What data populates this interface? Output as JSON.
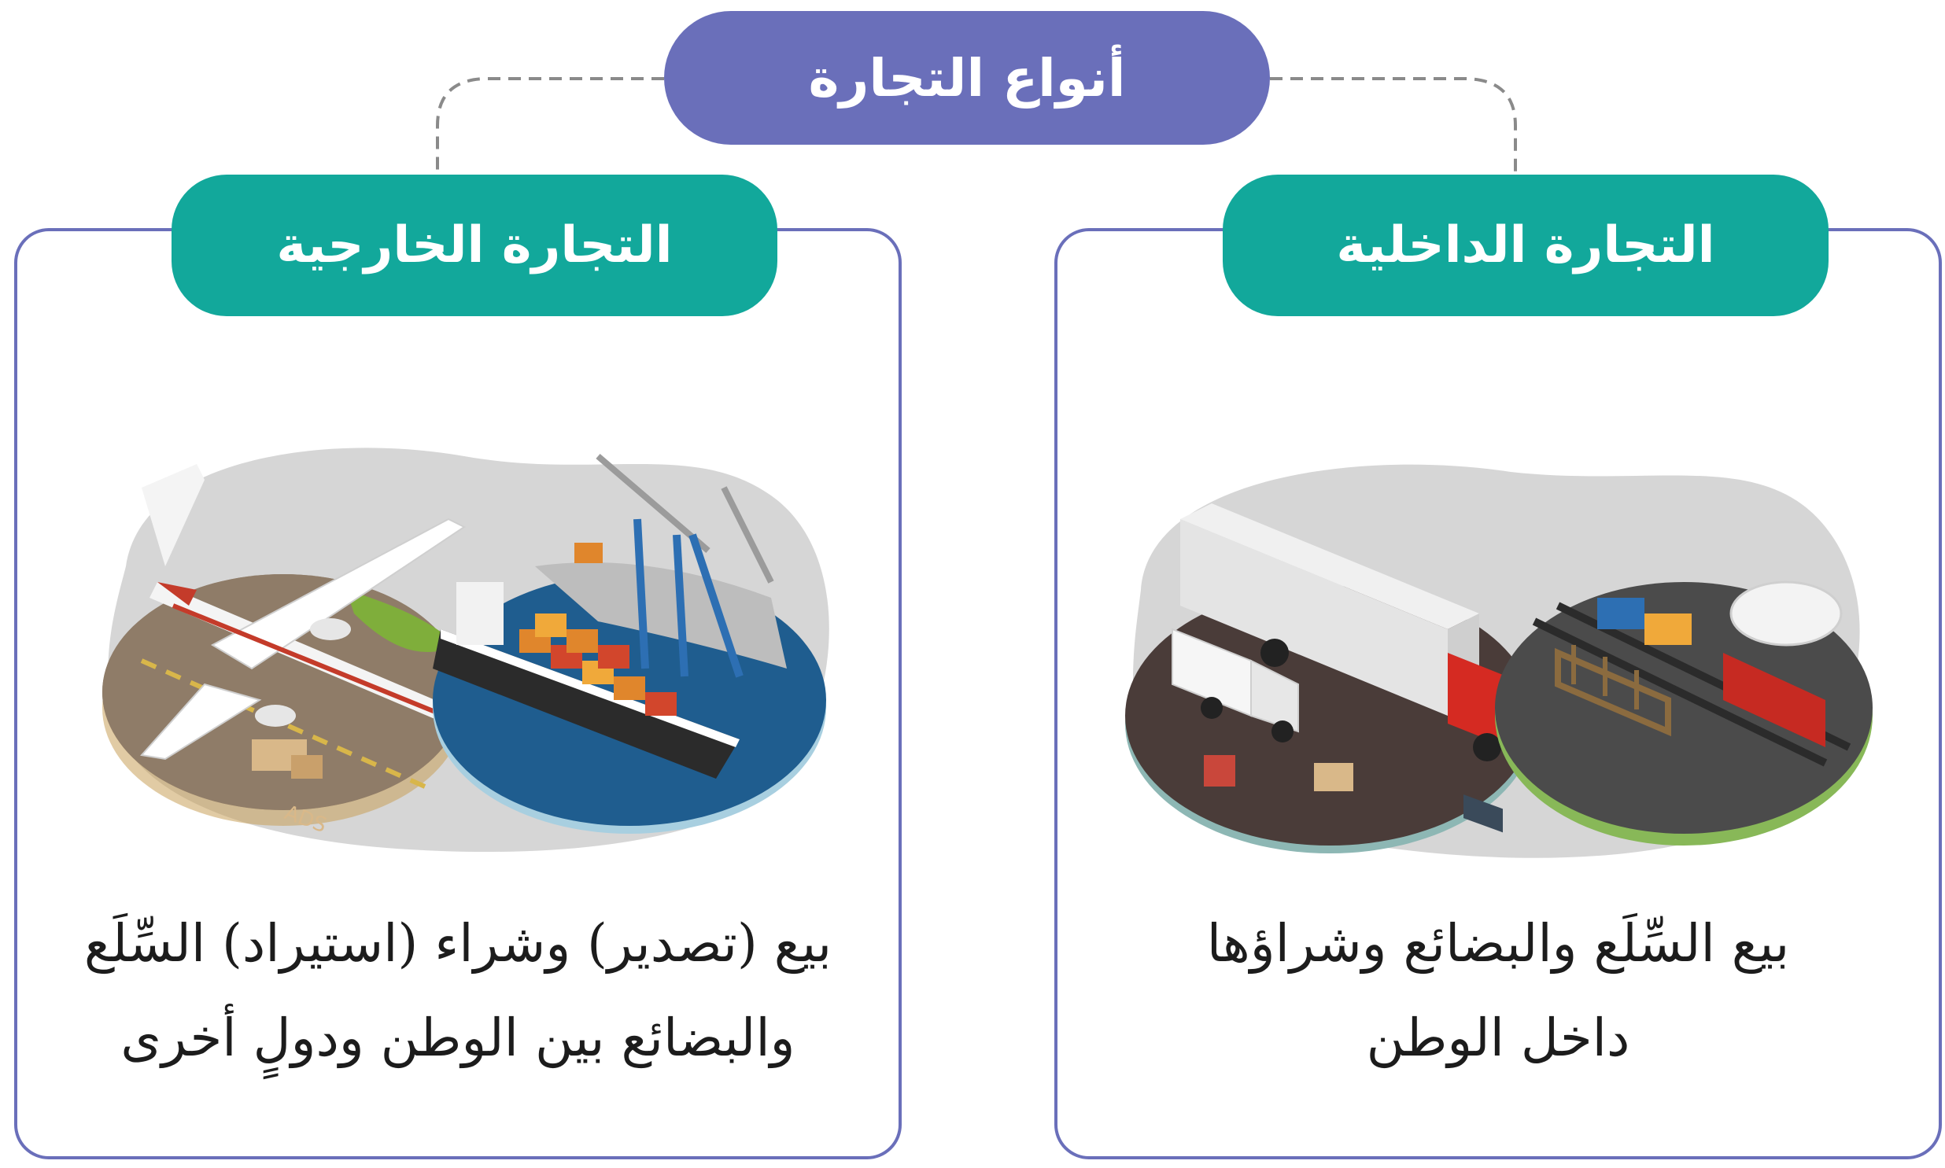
{
  "root": {
    "label": "أنواع التجارة"
  },
  "branches": [
    {
      "id": "foreign",
      "title": "التجارة الخارجية",
      "description": [
        "بيع (تصدير) وشراء (استيراد) السِّلَع",
        "والبضائع بين الوطن ودولٍ أخرى"
      ],
      "illustration": [
        "airplane-icon",
        "cargo-ship-icon",
        "port-crane-icon"
      ],
      "plane_marking": "ADS"
    },
    {
      "id": "domestic",
      "title": "التجارة الداخلية",
      "description": [
        "بيع السِّلَع والبضائع وشراؤها",
        "داخل الوطن"
      ],
      "illustration": [
        "truck-icon",
        "van-icon",
        "train-icon"
      ]
    }
  ],
  "colors": {
    "root": "#6a6fba",
    "branch": "#12a89b",
    "border": "#6a6fba",
    "blob": "#d6d6d6"
  }
}
